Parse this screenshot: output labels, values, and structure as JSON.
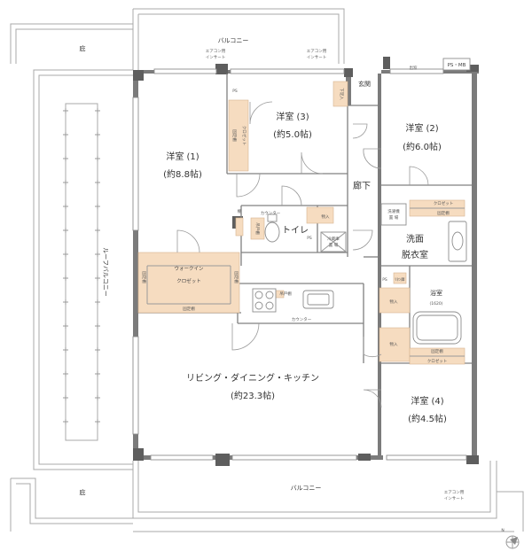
{
  "rooms": {
    "western1": {
      "name": "洋室 (1)",
      "size": "(約8.8帖)"
    },
    "western2": {
      "name": "洋室 (2)",
      "size": "(約6.0帖)"
    },
    "western3": {
      "name": "洋室 (3)",
      "size": "(約5.0帖)"
    },
    "western4": {
      "name": "洋室 (4)",
      "size": "(約4.5帖)"
    },
    "ldk": {
      "name": "リビング・ダイニング・キッチン",
      "size": "(約23.3帖)"
    },
    "toilet": "トイレ",
    "washroom": {
      "line1": "洗面",
      "line2": "脱衣室"
    },
    "bathroom": {
      "name": "浴室",
      "size": "(1620)"
    },
    "entrance": "玄関",
    "corridor": "廊下",
    "walkin": {
      "line1": "ウォークイン",
      "line2": "クロゼット"
    }
  },
  "outdoor": {
    "balcony_top": "バルコニー",
    "balcony_bottom": "バルコニー",
    "roof_balcony": "ルーフバルコニー",
    "eave_top": "庇",
    "eave_bottom": "庇"
  },
  "fixtures": {
    "closet": "クロゼット",
    "closet_wic_room3": "クロゼット",
    "closet_room2": "クロゼット",
    "closet_room4": "クロゼット",
    "fixed_shelf": "固定棚",
    "storage": "物入",
    "shoe_box": "下足入",
    "counter": "カウンター",
    "hanging_shelf": "吊戸棚",
    "shelf": "棚",
    "ps": "PS",
    "ps_mb": "PS・MB",
    "washer": {
      "line1": "洗濯機",
      "line2": "置 場"
    },
    "fridge": {
      "line1": "冷蔵庫",
      "line2": "置 場"
    },
    "linen": "ﾘﾈﾝ庫",
    "aircon": {
      "line1": "エアコン用",
      "line2": "インサート"
    },
    "outlet": "出窓"
  },
  "compass": "N"
}
